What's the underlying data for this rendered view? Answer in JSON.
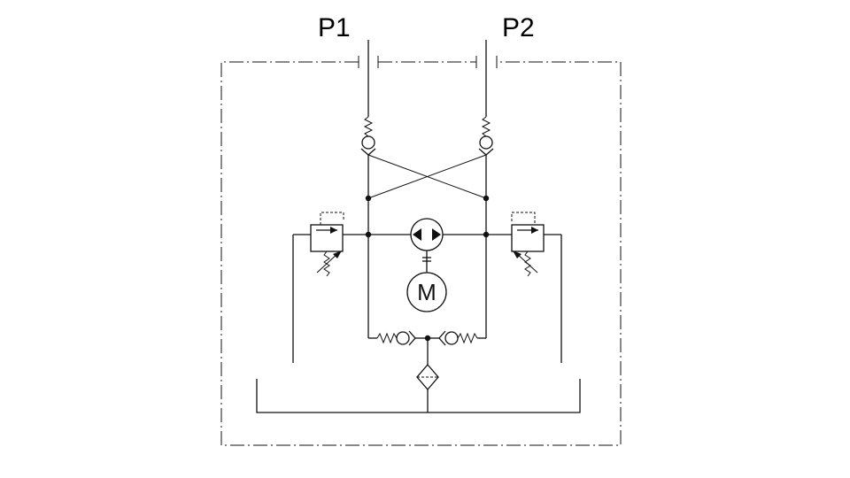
{
  "ports": {
    "p1": "P1",
    "p2": "P2"
  },
  "motor": {
    "symbol": "M"
  },
  "icons": [
    "check-valve-icon",
    "relief-valve-icon",
    "bidirectional-pump-icon",
    "electric-motor-icon",
    "filter-icon"
  ]
}
